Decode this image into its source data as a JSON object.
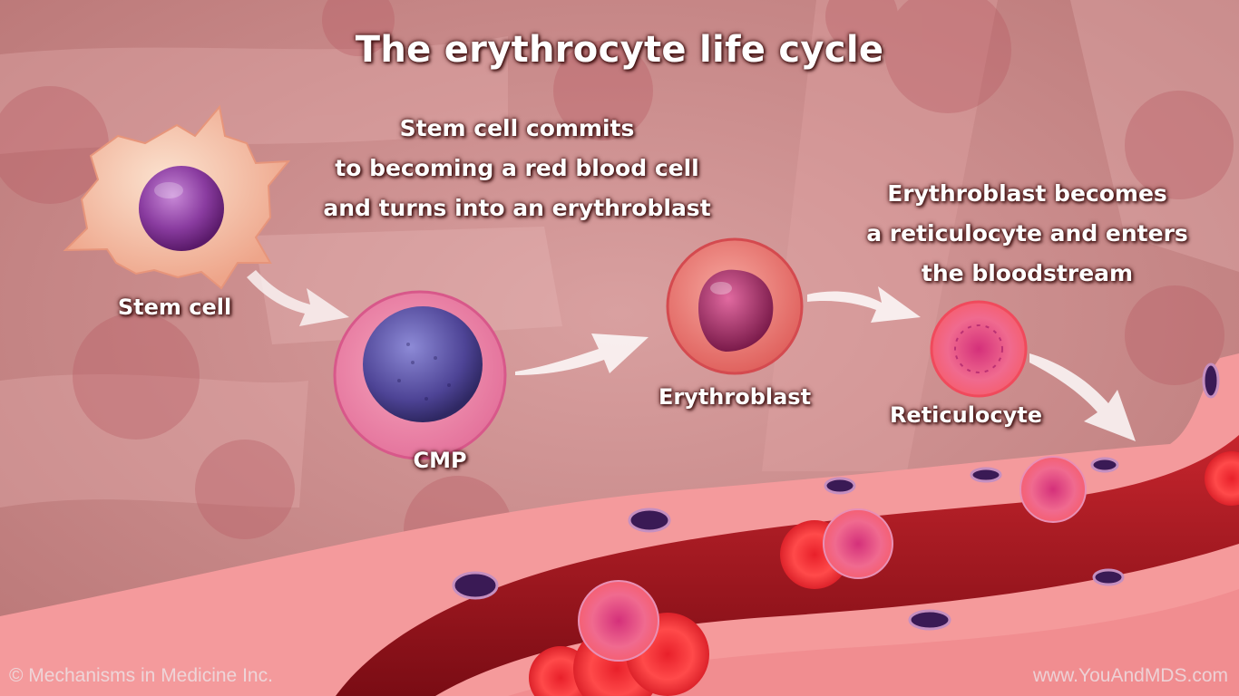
{
  "title": "The erythrocyte life cycle",
  "captions": {
    "commit": [
      "Stem cell commits",
      "to becoming a red blood cell",
      "and turns into an erythroblast"
    ],
    "reticulocyte": [
      "Erythroblast becomes",
      "a reticulocyte and enters",
      "the bloodstream"
    ]
  },
  "labels": {
    "stem_cell": "Stem cell",
    "cmp": "CMP",
    "erythroblast": "Erythroblast",
    "reticulocyte": "Reticulocyte"
  },
  "footer": {
    "copyright": "© Mechanisms in Medicine Inc.",
    "website": "www.YouAndMDS.com"
  },
  "colors": {
    "background": "#c98a8a",
    "vessel": "#a8151c",
    "nucleus": "#6a2a7a",
    "text": "#ffffff"
  }
}
